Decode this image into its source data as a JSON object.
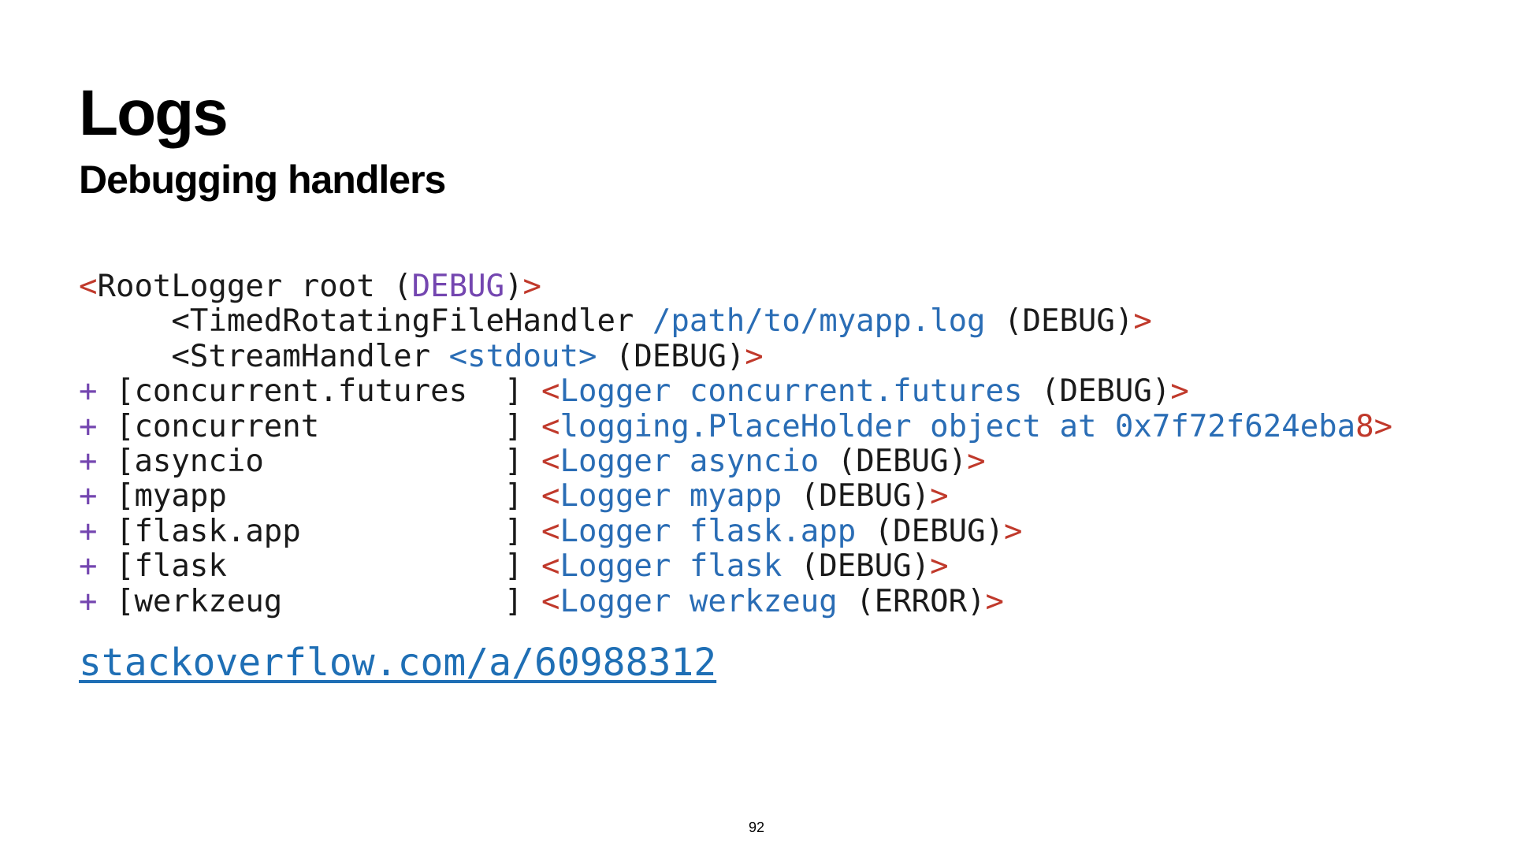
{
  "slide": {
    "title": "Logs",
    "subtitle": "Debugging handlers",
    "link_text": "stackoverflow.com/a/60988312",
    "page_number": "92"
  },
  "colors": {
    "bracket_red": "#c0392b",
    "level_purple": "#7446b0",
    "name_blue": "#2a6db5",
    "link_blue": "#1f6fb5"
  },
  "code_lines": [
    [
      {
        "text": "<",
        "c": "red"
      },
      {
        "text": "RootLogger root (",
        "c": "plain"
      },
      {
        "text": "DEBUG",
        "c": "purple"
      },
      {
        "text": ")",
        "c": "plain"
      },
      {
        "text": ">",
        "c": "red"
      }
    ],
    [
      {
        "text": "     <TimedRotatingFileHandler ",
        "c": "plain"
      },
      {
        "text": "/path/to/myapp.log",
        "c": "blue"
      },
      {
        "text": " (DEBUG)",
        "c": "plain"
      },
      {
        "text": ">",
        "c": "red"
      }
    ],
    [
      {
        "text": "     <StreamHandler ",
        "c": "plain"
      },
      {
        "text": "<stdout>",
        "c": "blue"
      },
      {
        "text": " (DEBUG)",
        "c": "plain"
      },
      {
        "text": ">",
        "c": "red"
      }
    ],
    [
      {
        "text": "+ ",
        "c": "purple"
      },
      {
        "text": "[concurrent.futures  ] ",
        "c": "plain"
      },
      {
        "text": "<",
        "c": "red"
      },
      {
        "text": "Logger concurrent.futures",
        "c": "blue"
      },
      {
        "text": " (DEBUG)",
        "c": "plain"
      },
      {
        "text": ">",
        "c": "red"
      }
    ],
    [
      {
        "text": "+ ",
        "c": "purple"
      },
      {
        "text": "[concurrent          ] ",
        "c": "plain"
      },
      {
        "text": "<",
        "c": "red"
      },
      {
        "text": "logging.PlaceHolder object at ",
        "c": "blue"
      },
      {
        "text": "0x7f72f624eba",
        "c": "blue"
      },
      {
        "text": "8>",
        "c": "red"
      }
    ],
    [
      {
        "text": "+ ",
        "c": "purple"
      },
      {
        "text": "[asyncio             ] ",
        "c": "plain"
      },
      {
        "text": "<",
        "c": "red"
      },
      {
        "text": "Logger asyncio",
        "c": "blue"
      },
      {
        "text": " (DEBUG)",
        "c": "plain"
      },
      {
        "text": ">",
        "c": "red"
      }
    ],
    [
      {
        "text": "+ ",
        "c": "purple"
      },
      {
        "text": "[myapp               ] ",
        "c": "plain"
      },
      {
        "text": "<",
        "c": "red"
      },
      {
        "text": "Logger myapp",
        "c": "blue"
      },
      {
        "text": " (DEBUG)",
        "c": "plain"
      },
      {
        "text": ">",
        "c": "red"
      }
    ],
    [
      {
        "text": "+ ",
        "c": "purple"
      },
      {
        "text": "[flask.app           ] ",
        "c": "plain"
      },
      {
        "text": "<",
        "c": "red"
      },
      {
        "text": "Logger flask.app",
        "c": "blue"
      },
      {
        "text": " (DEBUG)",
        "c": "plain"
      },
      {
        "text": ">",
        "c": "red"
      }
    ],
    [
      {
        "text": "+ ",
        "c": "purple"
      },
      {
        "text": "[flask               ] ",
        "c": "plain"
      },
      {
        "text": "<",
        "c": "red"
      },
      {
        "text": "Logger flask",
        "c": "blue"
      },
      {
        "text": " (DEBUG)",
        "c": "plain"
      },
      {
        "text": ">",
        "c": "red"
      }
    ],
    [
      {
        "text": "+ ",
        "c": "purple"
      },
      {
        "text": "[werkzeug            ] ",
        "c": "plain"
      },
      {
        "text": "<",
        "c": "red"
      },
      {
        "text": "Logger werkzeug",
        "c": "blue"
      },
      {
        "text": " (ERROR)",
        "c": "plain"
      },
      {
        "text": ">",
        "c": "red"
      }
    ]
  ]
}
